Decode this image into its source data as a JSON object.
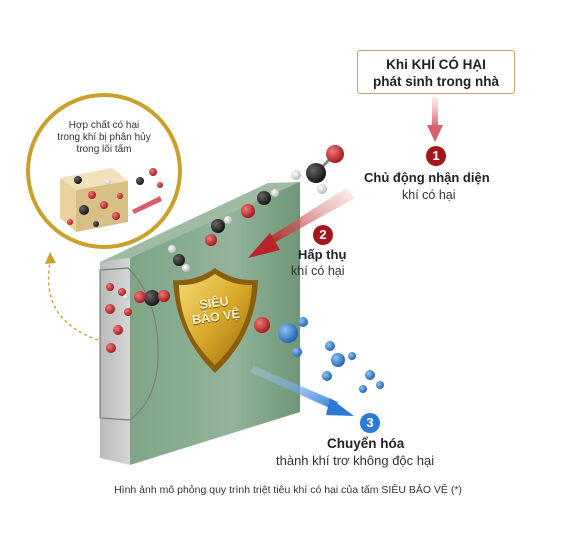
{
  "header_box": {
    "line1": "Khi KHÍ CÓ HẠI",
    "line2": "phát sinh trong nhà"
  },
  "steps": [
    {
      "number": "1",
      "title": "Chủ động nhận diện",
      "subtitle": "khí có hại",
      "color": "#a4161a"
    },
    {
      "number": "2",
      "title": "Hấp thụ",
      "subtitle": "khí có hại",
      "color": "#a4161a"
    },
    {
      "number": "3",
      "title": "Chuyển hóa",
      "subtitle": "thành khí trơ không độc hại",
      "color": "#2b7ad6"
    }
  ],
  "inset_circle": {
    "line1": "Hợp chất có hại",
    "line2": "trong khí bị phân hủy",
    "line3": "trong lõi tấm"
  },
  "shield": {
    "line1": "SIÊU",
    "line2": "BẢO VỆ"
  },
  "caption": "Hình ảnh mô phỏng quy trình triệt tiêu khí có hại của tấm SIÊU BẢO VỆ (*)",
  "colors": {
    "board_face": "#8fb096",
    "board_edge": "#c6c8c6",
    "gold": "#d9a929",
    "red_accent": "#a4161a",
    "blue_accent": "#2b7ad6"
  }
}
